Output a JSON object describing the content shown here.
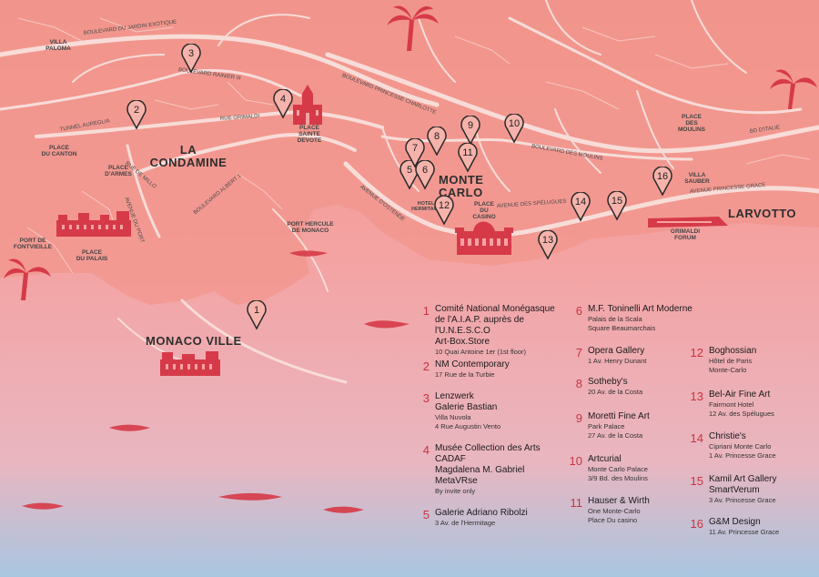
{
  "map": {
    "colors": {
      "sea_top": "#f29a8e",
      "sea_bottom": "#a7c4e0",
      "land": "#f19288",
      "road": "#f8d6d2",
      "accent": "#d63a48",
      "pin": "#2a2a2a"
    },
    "districts": [
      "LA",
      "CONDAMINE",
      "MONTE CARLO",
      "MONACO VILLE",
      "LARVOTTO"
    ],
    "places": {
      "villa_paloma": [
        "VILLA",
        "PALOMA"
      ],
      "place_du_canton": [
        "PLACE",
        "DU CANTON"
      ],
      "place_d_armes": [
        "PLACE",
        "D'ARMES"
      ],
      "place_sainte_devote": [
        "PLACE",
        "SAINTE",
        "DEVOTE"
      ],
      "port_fontvieille": [
        "PORT DE",
        "FONTVIEILLE"
      ],
      "place_du_palais": [
        "PLACE",
        "DU PALAIS"
      ],
      "port_hercule": [
        "PORT HERCULE",
        "DE MONACO"
      ],
      "hotel_hermitage": [
        "HOTEL",
        "HERMITAGE"
      ],
      "place_du_casino": [
        "PLACE",
        "DU",
        "CASINO"
      ],
      "place_des_moulins": [
        "PLACE",
        "DES",
        "MOULINS"
      ],
      "villa_sauber": [
        "VILLA",
        "SAUBER"
      ],
      "grimaldi_forum": [
        "GRIMALDI",
        "FORUM"
      ]
    },
    "roads": {
      "jardin_exotique": "BOULEVARD DU JARDIN EXOTIQUE",
      "rainier": "BOULEVARD RAINIER III",
      "princesse_charlotte": "BOULEVARD PRINCESSE CHARLOTTE",
      "aureglia": "TUNNEL AUREGLIA",
      "grimaldi": "RUE GRIMALDI",
      "rue_de_millo": "RUE DE MILLO",
      "albert": "BOULEVARD ALBERT 1",
      "avenue_du_port": "AVENUE DU PORT",
      "ostende": "AVENUE D'OSTENDE",
      "moulins": "BOULEVARD DES MOULINS",
      "spelugues": "AVENUE DES SPÉLUGUES",
      "princesse_grace": "AVENUE PRINCESSE GRACE",
      "italie": "BD D'ITALIE"
    },
    "icons": [
      "palm-tree-icon",
      "palace-icon",
      "church-icon",
      "casino-icon",
      "grimaldi-forum-icon",
      "pin-icon"
    ],
    "pins": [
      "1",
      "2",
      "3",
      "4",
      "5",
      "6",
      "7",
      "8",
      "9",
      "10",
      "11",
      "12",
      "13",
      "14",
      "15",
      "16"
    ]
  },
  "galleries": [
    {
      "num": "1",
      "name_lines": [
        "Comité National Monégasque",
        "de l'A.I.A.P. auprès de l'U.N.E.S.C.O",
        "Art-Box.Store"
      ],
      "detail_lines": [
        "10 Quai Antoine 1er (1st floor)"
      ]
    },
    {
      "num": "2",
      "name_lines": [
        "NM Contemporary"
      ],
      "detail_lines": [
        "17 Rue de la Turbie"
      ]
    },
    {
      "num": "3",
      "name_lines": [
        "Lenzwerk",
        "Galerie Bastian"
      ],
      "detail_lines": [
        "Villa Nuvola",
        "4 Rue Augustin Vento"
      ]
    },
    {
      "num": "4",
      "name_lines": [
        "Musée Collection des Arts",
        "CADAF",
        "Magdalena M. Gabriel",
        "MetaVRse"
      ],
      "detail_lines": [
        "By invite only"
      ]
    },
    {
      "num": "5",
      "name_lines": [
        "Galerie Adriano Ribolzi"
      ],
      "detail_lines": [
        "3 Av. de l'Hermitage"
      ]
    },
    {
      "num": "6",
      "name_lines": [
        "M.F. Toninelli Art Moderne"
      ],
      "detail_lines": [
        "Palais de la Scala",
        "Square Beaumarchais"
      ]
    },
    {
      "num": "7",
      "name_lines": [
        "Opera Gallery"
      ],
      "detail_lines": [
        "1 Av. Henry Dunant"
      ]
    },
    {
      "num": "8",
      "name_lines": [
        "Sotheby's"
      ],
      "detail_lines": [
        "20 Av. de la Costa"
      ]
    },
    {
      "num": "9",
      "name_lines": [
        "Moretti Fine Art"
      ],
      "detail_lines": [
        "Park Palace",
        "27 Av. de la Costa"
      ]
    },
    {
      "num": "10",
      "name_lines": [
        "Artcurial"
      ],
      "detail_lines": [
        "Monte Carlo Palace",
        "3/9 Bd. des Moulins"
      ]
    },
    {
      "num": "11",
      "name_lines": [
        "Hauser & Wirth"
      ],
      "detail_lines": [
        "One Monte-Carlo",
        "Place Du casino"
      ]
    },
    {
      "num": "12",
      "name_lines": [
        "Boghossian"
      ],
      "detail_lines": [
        "Hôtel de Paris",
        "Monte-Carlo"
      ]
    },
    {
      "num": "13",
      "name_lines": [
        "Bel-Air Fine Art"
      ],
      "detail_lines": [
        "Fairmont Hotel",
        "12 Av. des Spélugues"
      ]
    },
    {
      "num": "14",
      "name_lines": [
        "Christie's"
      ],
      "detail_lines": [
        "Cipriani Monte Carlo",
        "1 Av. Princesse Grace"
      ]
    },
    {
      "num": "15",
      "name_lines": [
        "Kamil Art Gallery",
        "SmartVerum"
      ],
      "detail_lines": [
        "3 Av. Princesse Grace"
      ]
    },
    {
      "num": "16",
      "name_lines": [
        "G&M Design"
      ],
      "detail_lines": [
        "11 Av. Princesse Grace"
      ]
    }
  ]
}
